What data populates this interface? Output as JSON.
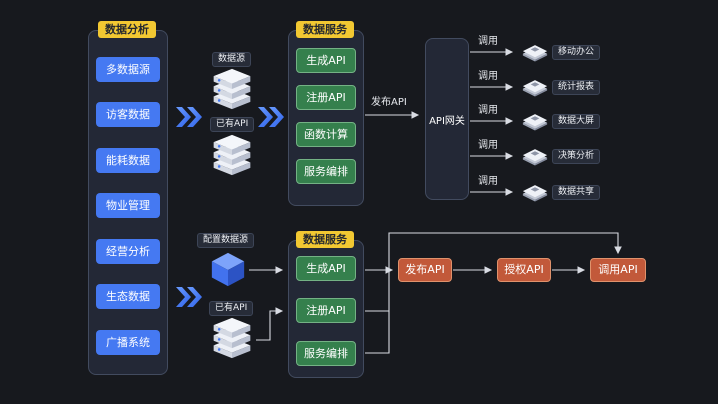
{
  "left_panel": {
    "tag": "数据分析",
    "items": [
      "多数据源",
      "访客数据",
      "能耗数据",
      "物业管理",
      "经营分析",
      "生态数据",
      "广播系统"
    ]
  },
  "top_flow": {
    "datasource_label": "数据源",
    "existing_api_label": "已有API",
    "service_panel": {
      "tag": "数据服务",
      "items": [
        "生成API",
        "注册API",
        "函数计算",
        "服务编排"
      ]
    },
    "publish_arrow_label": "发布API",
    "gateway_label": "API网关",
    "invoke_label": "调用",
    "consumers": [
      "移动办公",
      "统计报表",
      "数据大屏",
      "决策分析",
      "数据共享"
    ]
  },
  "bottom_flow": {
    "config_datasource_label": "配置数据源",
    "existing_api_label": "已有API",
    "service_panel": {
      "tag": "数据服务",
      "items": [
        "生成API",
        "注册API",
        "服务编排"
      ]
    },
    "steps": [
      "发布API",
      "授权API",
      "调用API"
    ]
  },
  "colors": {
    "background": "#17191e",
    "panel": "#232836",
    "panel_border": "#424b5f",
    "tag_yellow": "#f2c832",
    "button_blue": "#4579f2",
    "button_green": "#35804d",
    "button_orange": "#c2593a",
    "arrow": "#d9dce3",
    "chevron_blue": "#3f74f0"
  }
}
